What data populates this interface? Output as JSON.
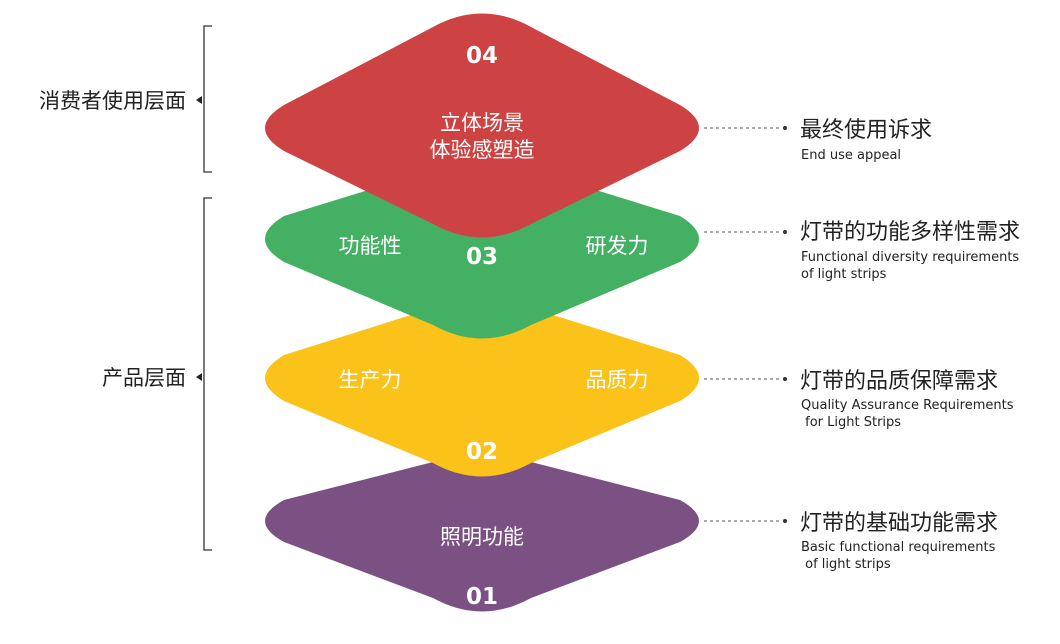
{
  "levels_left": [
    {
      "label": "消费者使用层面"
    },
    {
      "label": "产品层面"
    }
  ],
  "layers": [
    {
      "number": "01",
      "color": "#7b5183",
      "center_label": "照明功能",
      "left_label": "",
      "right_label": ""
    },
    {
      "number": "02",
      "color": "#fbc21a",
      "center_label": "",
      "left_label": "生产力",
      "right_label": "品质力"
    },
    {
      "number": "03",
      "color": "#44b064",
      "center_label": "",
      "left_label": "功能性",
      "right_label": "研发力"
    },
    {
      "number": "04",
      "color": "#cd4343",
      "center_label_lines": [
        "立体场景",
        "体验感塑造"
      ]
    }
  ],
  "annotations": [
    {
      "title": "最终使用诉求",
      "subtitle_lines": [
        "End use appeal"
      ]
    },
    {
      "title": "灯带的功能多样性需求",
      "subtitle_lines": [
        "Functional diversity requirements",
        "of light strips"
      ]
    },
    {
      "title": "灯带的品质保障需求",
      "subtitle_lines": [
        "Quality Assurance Requirements",
        " for Light Strips"
      ]
    },
    {
      "title": "灯带的基础功能需求",
      "subtitle_lines": [
        "Basic functional requirements",
        " of light strips"
      ]
    }
  ]
}
